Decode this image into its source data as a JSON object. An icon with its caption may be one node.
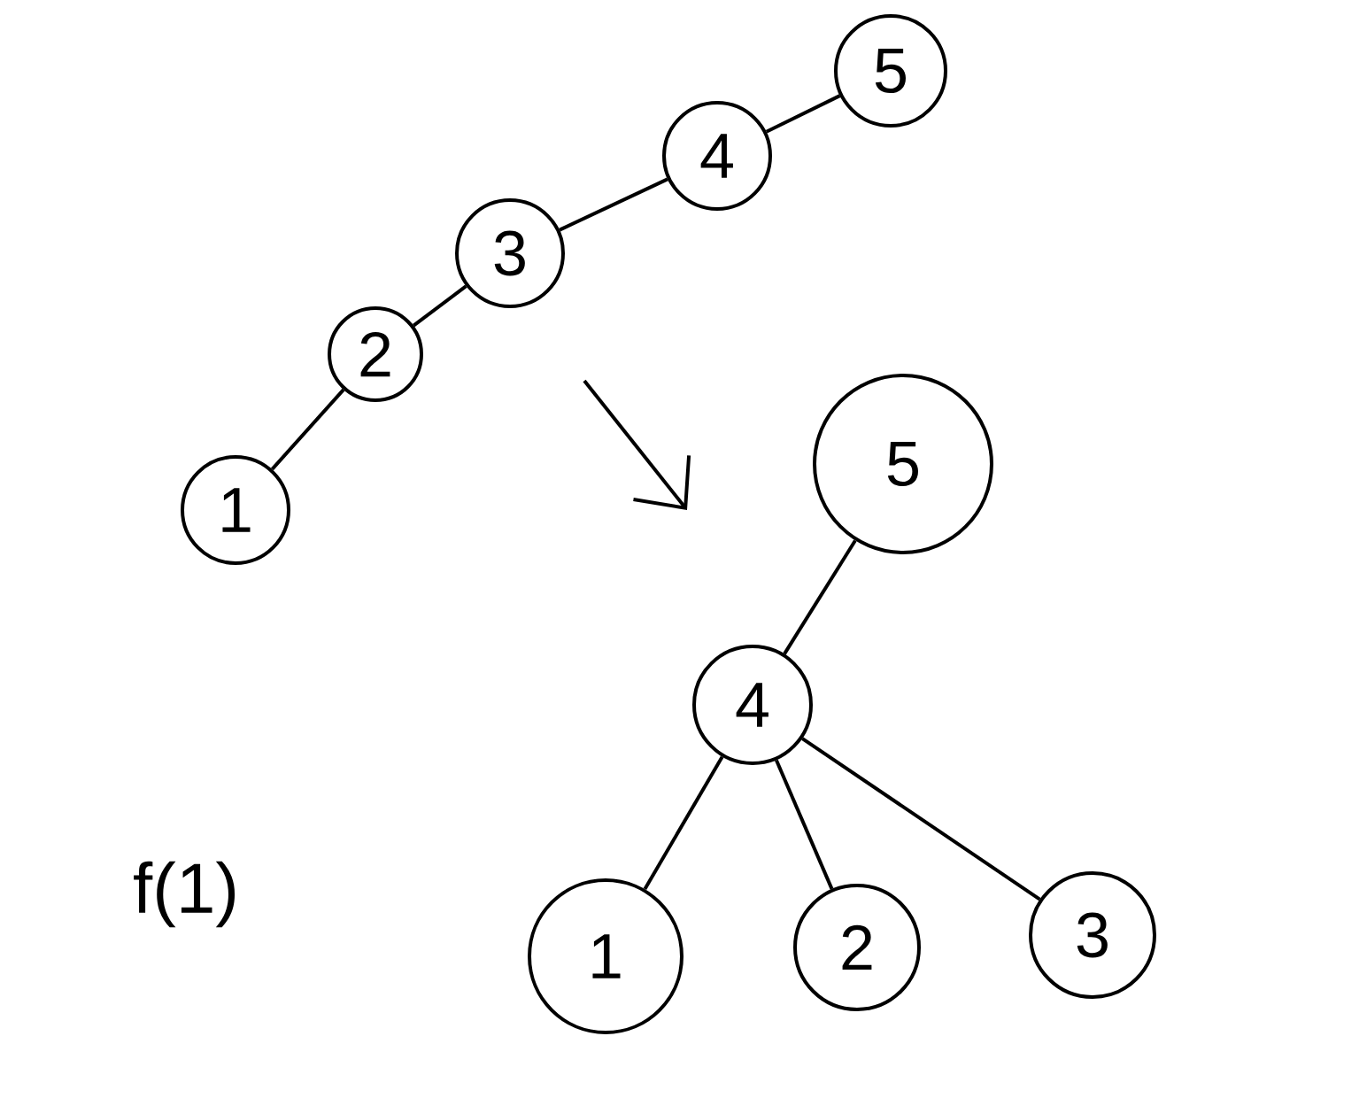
{
  "diagram": {
    "nodes": [
      {
        "text": [
          "1"
        ]
      },
      {
        "text": [
          "2"
        ]
      },
      {
        "text": [
          "3"
        ]
      },
      {
        "text": [
          "4"
        ]
      },
      {
        "text": [
          "5"
        ]
      },
      {
        "text": [
          "5"
        ]
      },
      {
        "text": [
          "4"
        ]
      },
      {
        "text": [
          "1"
        ]
      },
      {
        "text": [
          "2"
        ]
      },
      {
        "text": [
          "3"
        ]
      }
    ],
    "edges": [
      {
        "from": 0,
        "to": 1,
        "arrow": "none"
      },
      {
        "from": 1,
        "to": 2,
        "arrow": "none"
      },
      {
        "from": 2,
        "to": 3,
        "arrow": "none"
      },
      {
        "from": 3,
        "to": 4,
        "arrow": "none"
      },
      {
        "from": 5,
        "to": 6,
        "arrow": "none"
      },
      {
        "from": 6,
        "to": 7,
        "arrow": "none"
      },
      {
        "from": 6,
        "to": 8,
        "arrow": "none"
      },
      {
        "from": 6,
        "to": 9,
        "arrow": "none"
      }
    ],
    "labels": [
      "f(1)"
    ]
  }
}
